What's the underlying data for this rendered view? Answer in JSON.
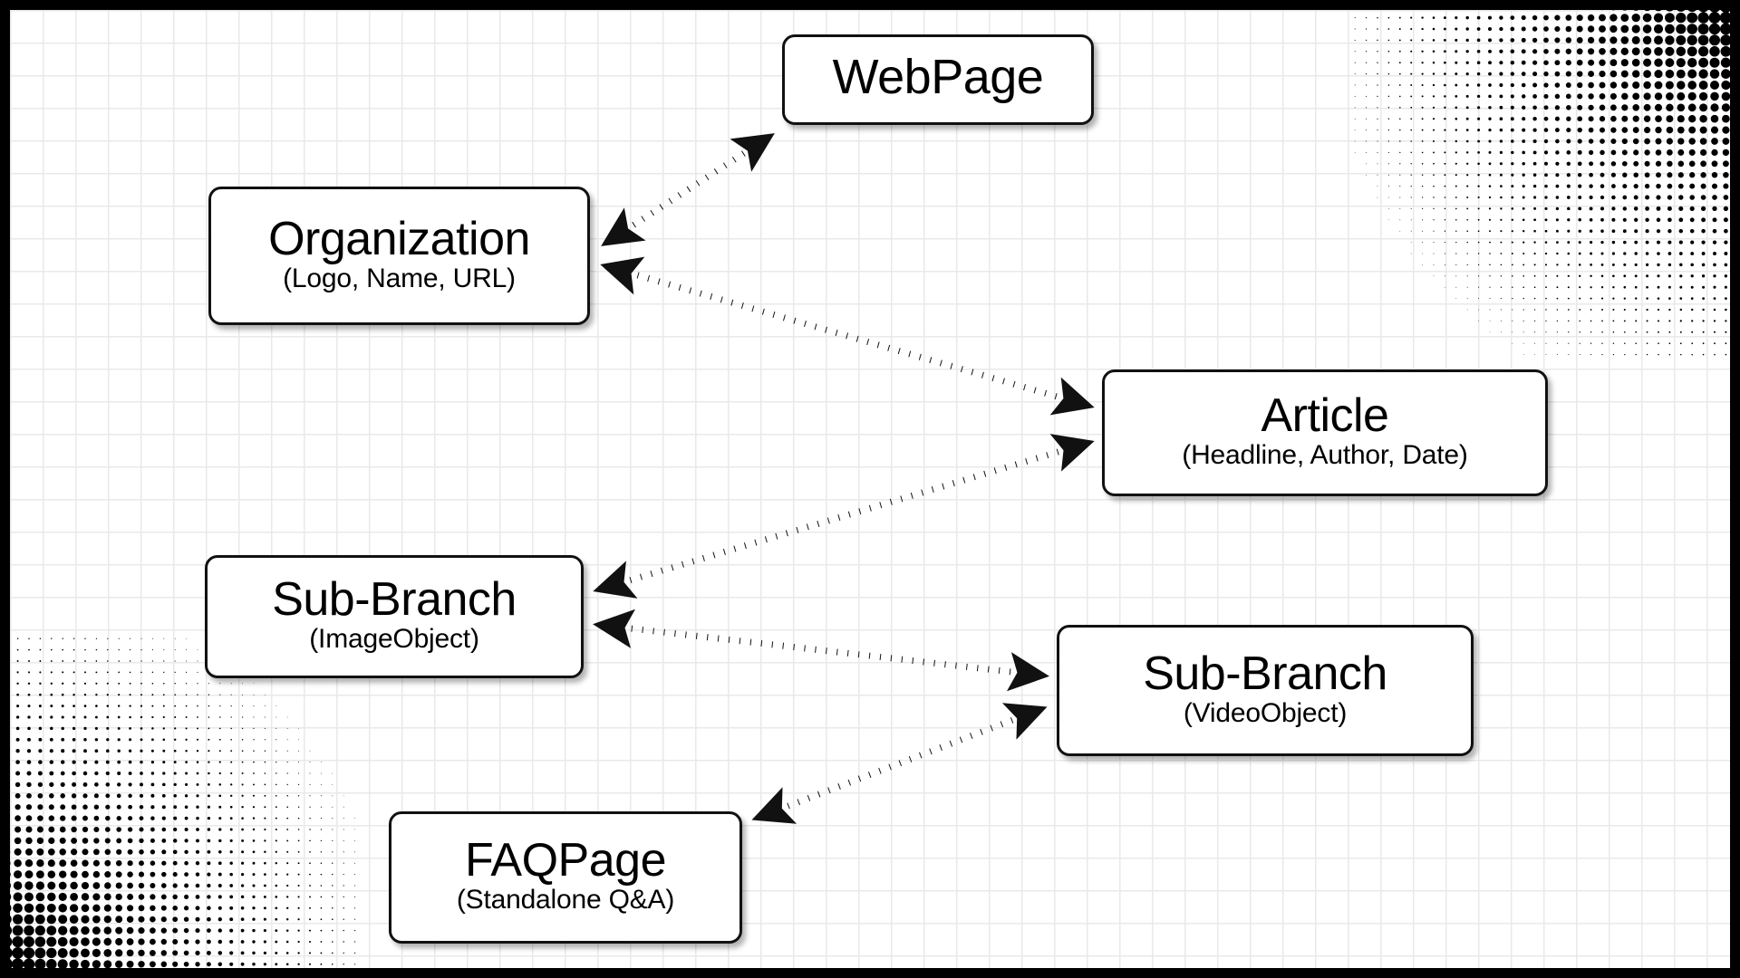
{
  "diagram": {
    "background_color": "#ffffff",
    "frame_color": "#000000",
    "grid_color": "#e9e9e9",
    "line_color": "#111111",
    "nodes": [
      {
        "id": "webpage",
        "title": "WebPage",
        "subtitle": ""
      },
      {
        "id": "organization",
        "title": "Organization",
        "subtitle": "(Logo, Name, URL)"
      },
      {
        "id": "article",
        "title": "Article",
        "subtitle": "(Headline, Author, Date)"
      },
      {
        "id": "image_object",
        "title": "Sub-Branch",
        "subtitle": "(ImageObject)"
      },
      {
        "id": "video_object",
        "title": "Sub-Branch",
        "subtitle": "(VideoObject)"
      },
      {
        "id": "faqpage",
        "title": "FAQPage",
        "subtitle": "(Standalone Q&A)"
      }
    ],
    "edges": [
      {
        "from": "organization",
        "to": "webpage",
        "style": "dotted",
        "arrows": "both"
      },
      {
        "from": "organization",
        "to": "article",
        "style": "dotted",
        "arrows": "both"
      },
      {
        "from": "image_object",
        "to": "article",
        "style": "dotted",
        "arrows": "both"
      },
      {
        "from": "image_object",
        "to": "video_object",
        "style": "dotted",
        "arrows": "both"
      },
      {
        "from": "video_object",
        "to": "faqpage",
        "style": "dotted",
        "arrows": "both"
      }
    ],
    "decorations": [
      {
        "id": "halftone-top-right",
        "type": "halftone-corner",
        "corner": "top-right"
      },
      {
        "id": "halftone-bottom-left",
        "type": "halftone-corner",
        "corner": "bottom-left"
      }
    ]
  }
}
